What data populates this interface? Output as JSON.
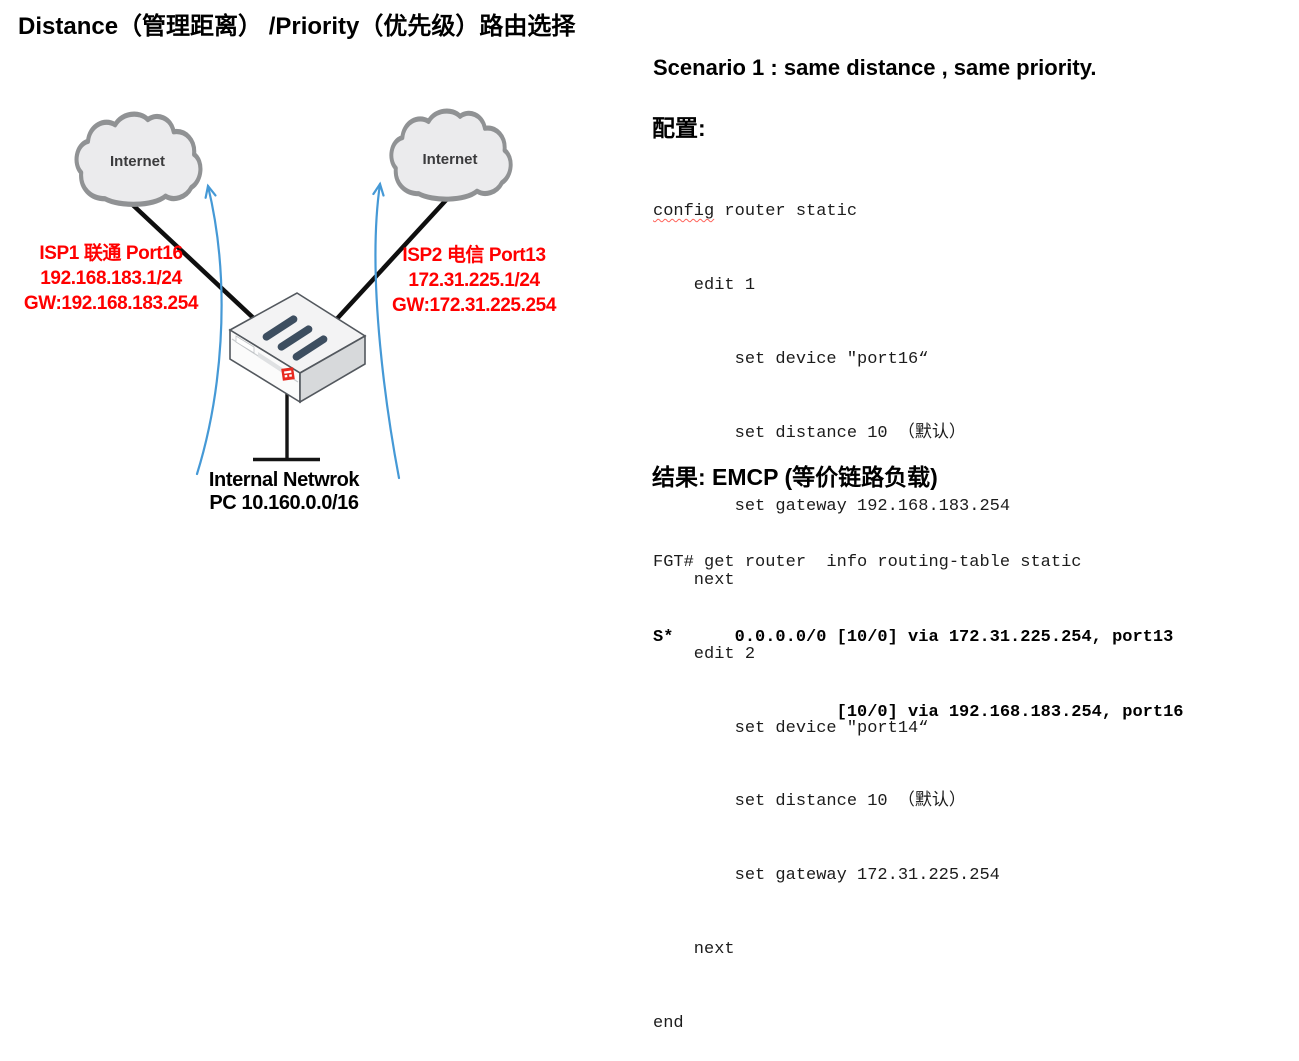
{
  "title": "Distance（管理距离） /Priority（优先级）路由选择",
  "diagram": {
    "cloud_left": {
      "label": "Internet"
    },
    "cloud_right": {
      "label": "Internet"
    },
    "isp1_lines": [
      "ISP1 联通 Port16",
      "192.168.183.1/24",
      "GW:192.168.183.254"
    ],
    "isp2_lines": [
      "ISP2 电信 Port13",
      "172.31.225.1/24",
      "GW:172.31.225.254"
    ],
    "internal_lines": [
      "Internal Netwrok",
      "PC 10.160.0.0/16"
    ],
    "colors": {
      "isp_text": "#ff0000",
      "arrow_blue": "#4599d6",
      "cloud_fill": "#ebebed",
      "cloud_border": "#909294",
      "device_slot": "#3d4e60",
      "fortinet_red": "#e8291f"
    }
  },
  "panel": {
    "scenario_heading": "Scenario 1 : same distance , same priority.",
    "config_heading": "配置:",
    "config_block": {
      "first_line": {
        "misspelled_word": "config",
        "rest": " router static"
      },
      "lines": [
        "    edit 1",
        "        set device \"port16“",
        "        set distance 10 （默认）",
        "        set gateway 192.168.183.254",
        "    next",
        "    edit 2",
        "        set device \"port14“",
        "        set distance 10 （默认）",
        "        set gateway 172.31.225.254",
        "    next",
        "end"
      ]
    },
    "result_heading": "结果: EMCP (等价链路负载)",
    "result_lines": [
      {
        "text": "FGT# get router  info routing-table static",
        "bold": false
      },
      {
        "text": "S*      0.0.0.0/0 [10/0] via 172.31.225.254, port13",
        "bold": true
      },
      {
        "text": "                  [10/0] via 192.168.183.254, port16",
        "bold": true
      }
    ]
  }
}
